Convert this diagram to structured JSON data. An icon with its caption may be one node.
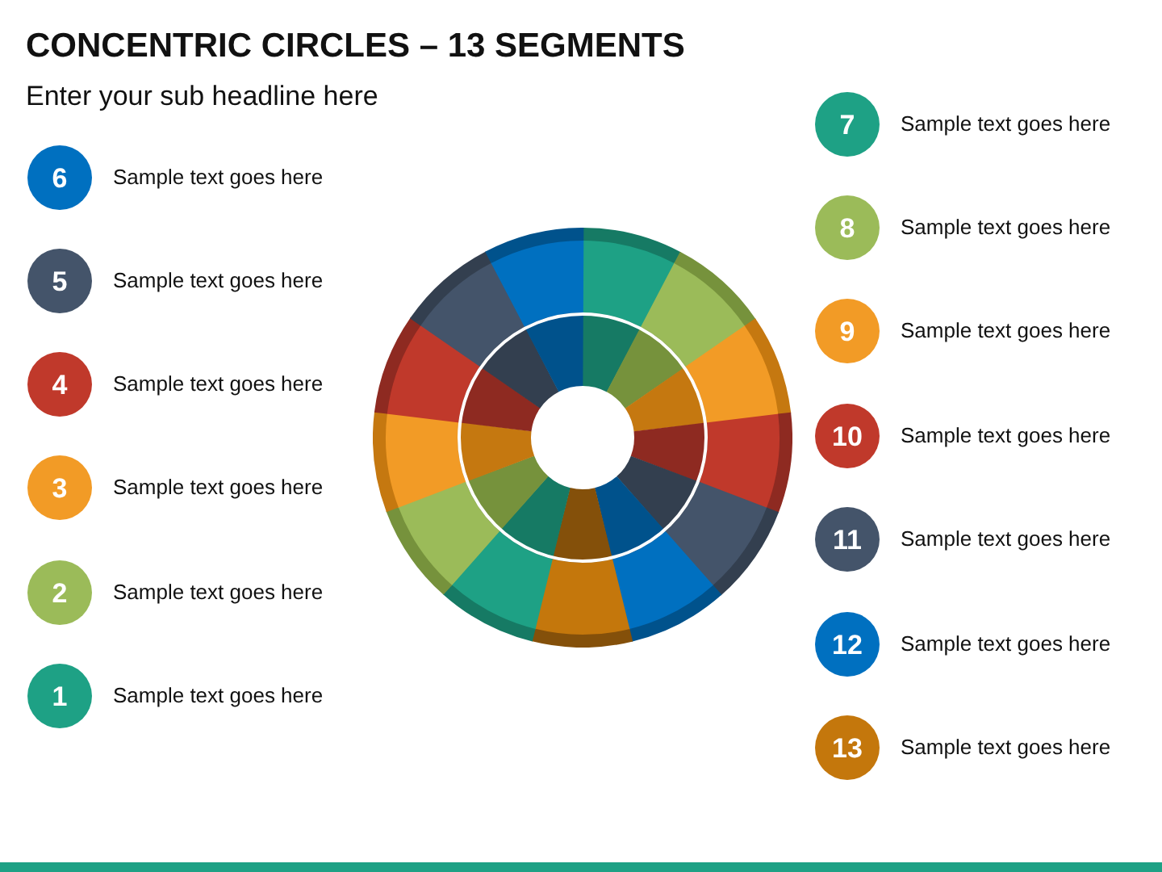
{
  "diagram": {
    "title": "CONCENTRIC CIRCLES – 13 SEGMENTS",
    "nodes": [
      {
        "text": [
          "6"
        ],
        "beside": [
          "Sample text goes here"
        ]
      },
      {
        "text": [
          "5"
        ],
        "beside": [
          "Sample text goes here"
        ]
      },
      {
        "text": [
          "4"
        ],
        "beside": [
          "Sample text goes here"
        ]
      },
      {
        "text": [
          "3"
        ],
        "beside": [
          "Sample text goes here"
        ]
      },
      {
        "text": [
          "2"
        ],
        "beside": [
          "Sample text goes here"
        ]
      },
      {
        "text": [
          "1"
        ],
        "beside": [
          "Sample text goes here"
        ]
      },
      {
        "text": [
          "7"
        ],
        "beside": [
          "Sample text goes here"
        ]
      },
      {
        "text": [
          "8"
        ],
        "beside": [
          "Sample text goes here"
        ]
      },
      {
        "text": [
          "9"
        ],
        "beside": [
          "Sample text goes here"
        ]
      },
      {
        "text": [
          "10"
        ],
        "beside": [
          "Sample text goes here"
        ]
      },
      {
        "text": [
          "11"
        ],
        "beside": [
          "Sample text goes here"
        ]
      },
      {
        "text": [
          "12"
        ],
        "beside": [
          "Sample text goes here"
        ]
      },
      {
        "text": [
          "13"
        ],
        "beside": [
          "Sample text goes here"
        ]
      }
    ],
    "labels": [
      "Enter your sub headline here"
    ]
  }
}
